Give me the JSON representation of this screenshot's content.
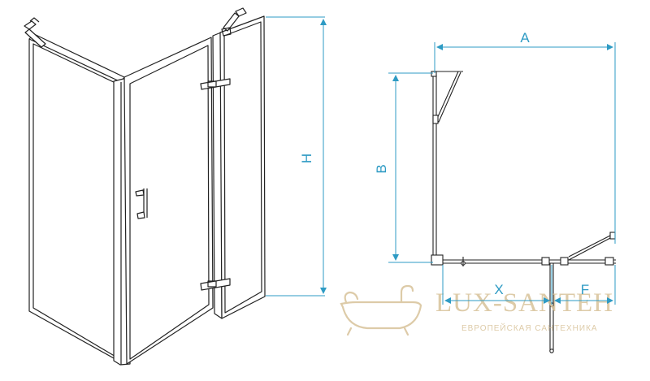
{
  "labels": {
    "height": "H",
    "width": "A",
    "depth": "B",
    "door_opening": "X",
    "fixed_panel": "F"
  },
  "watermark": {
    "brand": "LUX-SANTEH",
    "tagline": "ЕВРОПЕЙСКАЯ САНТЕХНИКА"
  },
  "colors": {
    "dimension": "#2e9bc4",
    "outline": "#222222",
    "watermark": "#d8c29a"
  }
}
